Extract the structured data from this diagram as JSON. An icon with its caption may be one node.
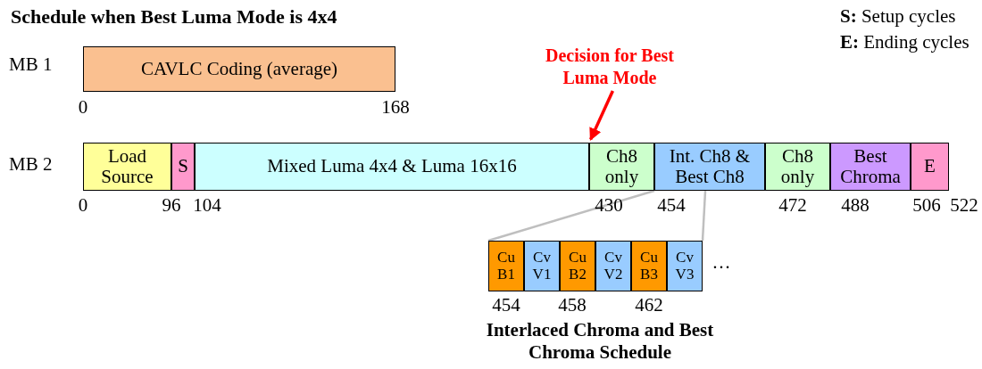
{
  "diagram": {
    "title": "Schedule when Best Luma Mode is 4x4",
    "nodes": [
      {
        "text": [
          "CAVLC Coding (average)"
        ]
      },
      {
        "text": [
          "Load Source"
        ]
      },
      {
        "text": [
          "S"
        ]
      },
      {
        "text": [
          "Mixed Luma 4x4 & Luma 16x16"
        ]
      },
      {
        "text": [
          "Ch8 only"
        ]
      },
      {
        "text": [
          "Int. Ch8 & Best Ch8"
        ]
      },
      {
        "text": [
          "Ch8 only"
        ]
      },
      {
        "text": [
          "Best Chroma"
        ]
      },
      {
        "text": [
          "E"
        ]
      },
      {
        "text": [
          "Cu B1"
        ]
      },
      {
        "text": [
          "Cv V1"
        ]
      },
      {
        "text": [
          "Cu B2"
        ]
      },
      {
        "text": [
          "Cv V2"
        ]
      },
      {
        "text": [
          "Cu B3"
        ]
      },
      {
        "text": [
          "Cv V3"
        ]
      },
      {
        "text": [
          "Decision for Best Luma Mode"
        ]
      }
    ],
    "edges": [
      {
        "from": 15,
        "to": 4,
        "arrow": "to",
        "color": "#ff0000"
      },
      {
        "from": 5,
        "to": 9,
        "arrow": "none"
      },
      {
        "from": 5,
        "to": 14,
        "arrow": "none"
      }
    ],
    "labels": [
      "**S:** Setup cycles",
      "**E:** Ending cycles",
      "MB 1",
      "0",
      "168",
      "MB 2",
      "0",
      "96",
      "104",
      "430",
      "454",
      "472",
      "488",
      "506",
      "522",
      "…",
      "454",
      "458",
      "462",
      "Interlaced Chroma and Best Chroma Schedule"
    ]
  }
}
